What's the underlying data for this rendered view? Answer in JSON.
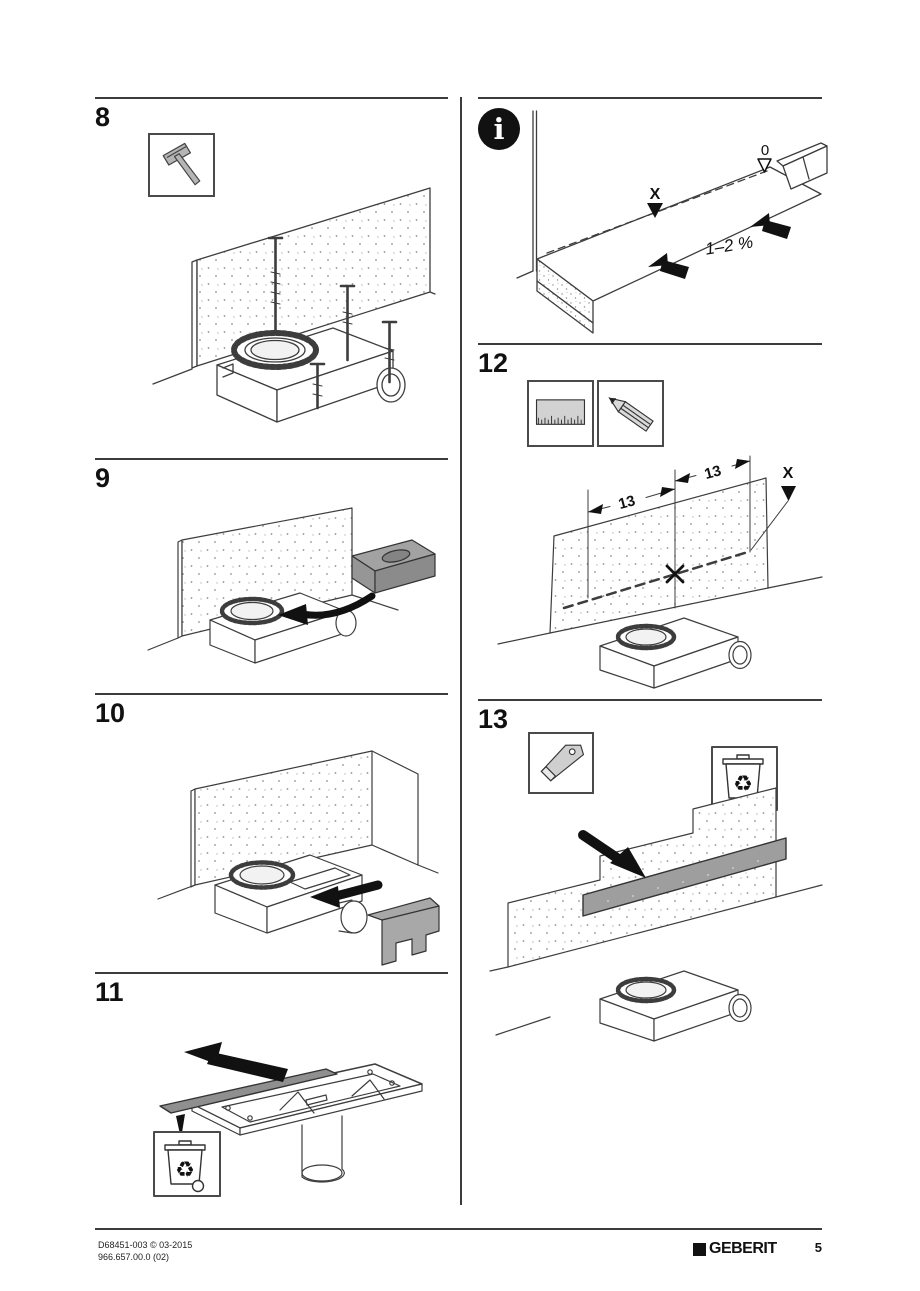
{
  "steps": [
    {
      "number": "8",
      "tools": [
        "hammer-icon"
      ]
    },
    {
      "number": "9",
      "tools": []
    },
    {
      "number": "10",
      "tools": []
    },
    {
      "number": "11",
      "tools": [
        "recycle-bin-icon"
      ]
    },
    {
      "number": "12",
      "tools": [
        "ruler-icon",
        "pencil-icon"
      ]
    },
    {
      "number": "13",
      "tools": [
        "utility-knife-icon",
        "recycle-bin-icon"
      ]
    }
  ],
  "info_diagram": {
    "icon_glyph": "i",
    "zero_label": "0",
    "x_label": "X",
    "slope_label": "1–2 %"
  },
  "measure_diagram": {
    "dim_left": "13",
    "dim_right": "13",
    "x_label": "X"
  },
  "icons": {
    "recycle_glyph": "♻",
    "info": "info-icon",
    "hammer": "hammer-icon",
    "ruler": "ruler-icon",
    "pencil": "pencil-icon",
    "utility_knife": "utility-knife-icon",
    "recycle_bin": "recycle-bin-icon"
  },
  "colors": {
    "line": "#3d3d3d",
    "accent": "#111111",
    "tool_gray": "#b5b5b5"
  },
  "footer": {
    "doc_line1": "D68451-003 © 03-2015",
    "doc_line2": "966.657.00.0 (02)",
    "brand": "GEBERIT",
    "page_number": "5"
  }
}
